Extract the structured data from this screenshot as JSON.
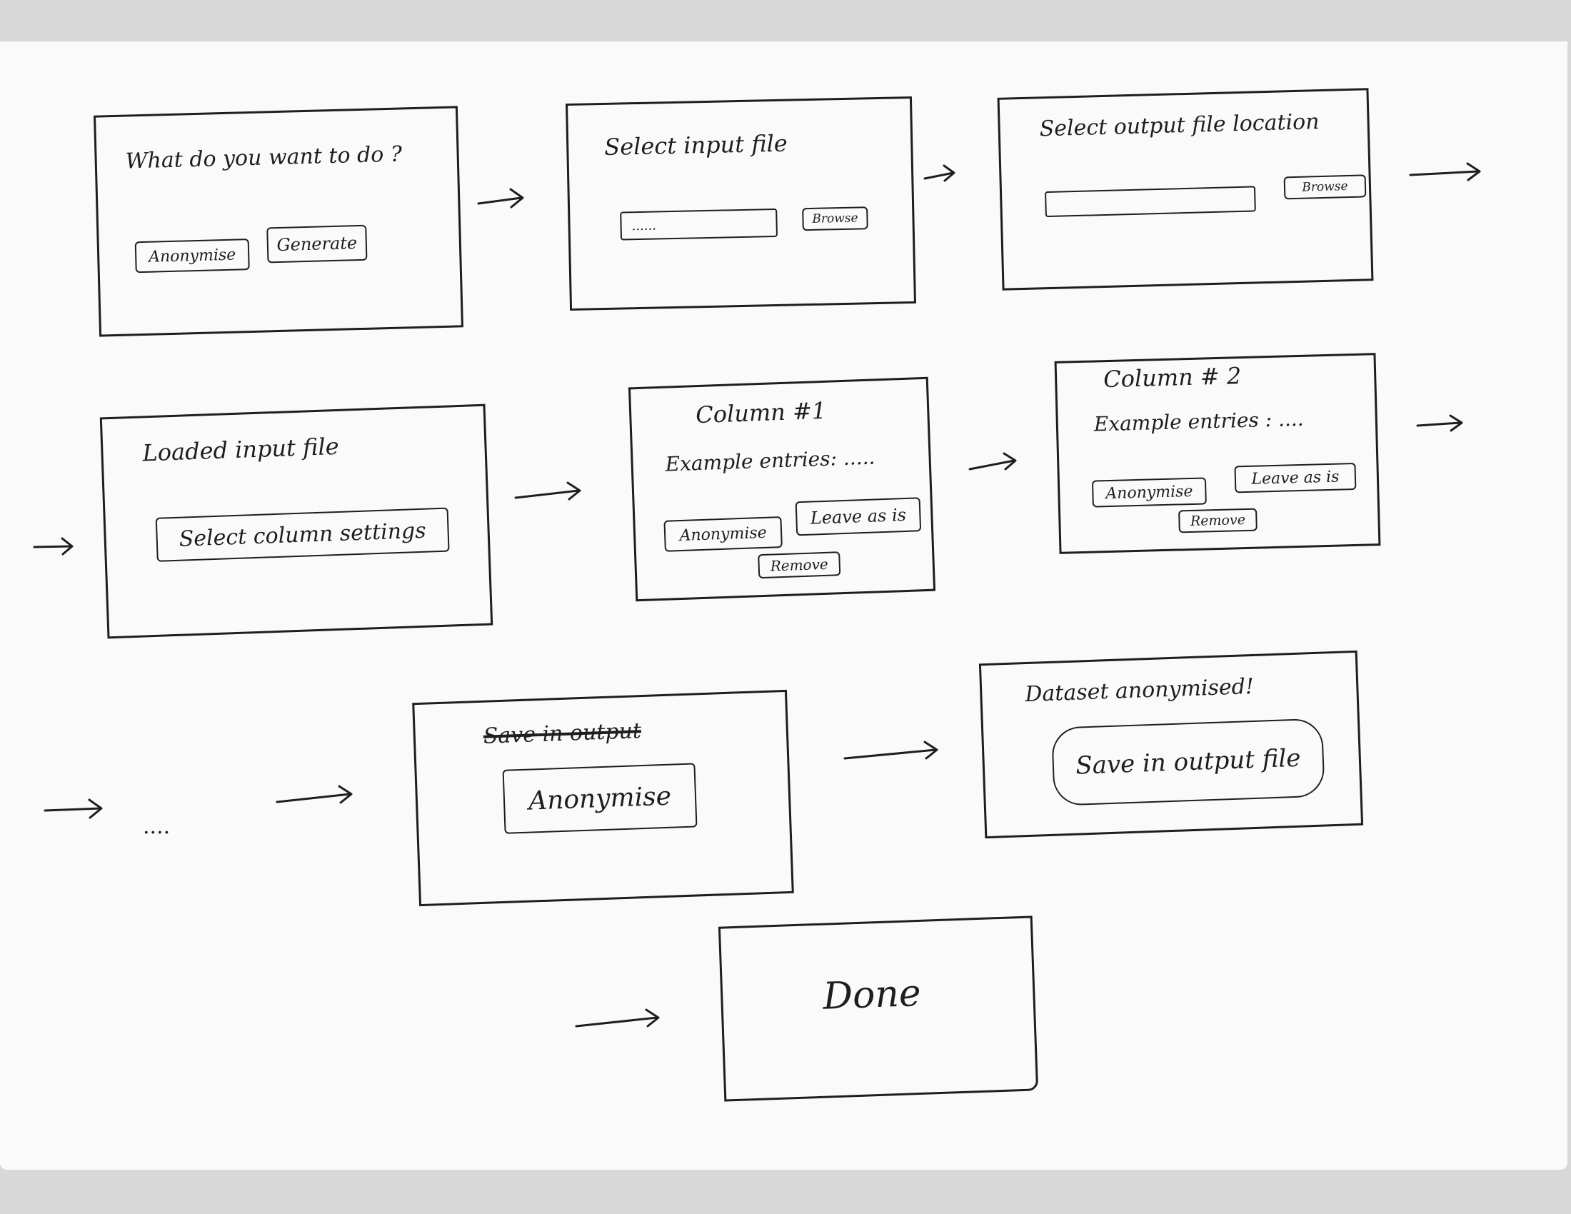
{
  "screens": {
    "choose_action": {
      "question": "What do you want to do ?",
      "anonymise_button": "Anonymise",
      "generate_button": "Generate"
    },
    "input_file": {
      "title": "Select input file",
      "field_value": "......",
      "browse_button": "Browse"
    },
    "output_location": {
      "title": "Select output file location",
      "field_value": "",
      "browse_button": "Browse"
    },
    "loaded_file": {
      "title": "Loaded input file",
      "column_settings_button": "Select column settings"
    },
    "column_1": {
      "title": "Column #1",
      "example_label": "Example entries: .....",
      "anonymise_button": "Anonymise",
      "leave_button": "Leave as is",
      "remove_button": "Remove"
    },
    "column_2": {
      "title": "Column # 2",
      "example_label": "Example entries : ....",
      "anonymise_button": "Anonymise",
      "leave_button": "Leave as is",
      "remove_button": "Remove"
    },
    "ellipsis": "....",
    "anonymise_step": {
      "struck_text": "Save in output",
      "anonymise_button": "Anonymise"
    },
    "result": {
      "title": "Dataset anonymised!",
      "save_button": "Save in output file"
    },
    "done": {
      "label": "Done"
    }
  }
}
